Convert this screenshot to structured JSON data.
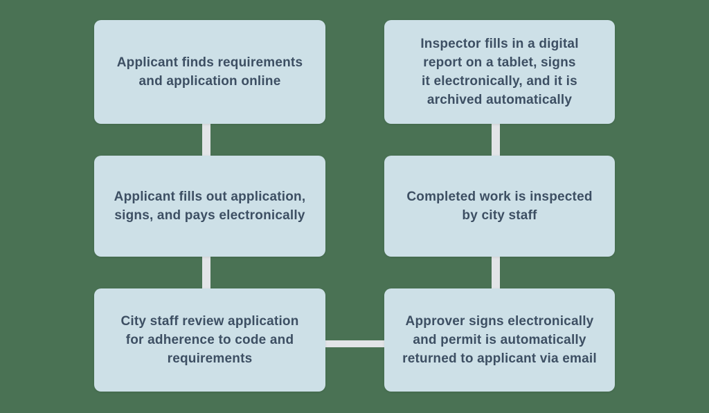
{
  "diagram": {
    "colors": {
      "background": "#4A7254",
      "box_fill": "#CDE0E7",
      "text": "#3D4F63",
      "connector": "#E2E4E7"
    },
    "steps": [
      {
        "id": "applicant-finds-requirements",
        "column": "left",
        "row": 1,
        "text": "Applicant finds requirements\nand application online"
      },
      {
        "id": "applicant-fills-application",
        "column": "left",
        "row": 2,
        "text": "Applicant fills out application,\nsigns, and pays electronically"
      },
      {
        "id": "city-staff-review",
        "column": "left",
        "row": 3,
        "text": "City staff review application\nfor adherence to code and\nrequirements"
      },
      {
        "id": "inspector-digital-report",
        "column": "right",
        "row": 1,
        "text": "Inspector fills in a digital\nreport on a tablet, signs\nit electronically, and it is\narchived automatically"
      },
      {
        "id": "work-inspected",
        "column": "right",
        "row": 2,
        "text": "Completed work is inspected\nby city staff"
      },
      {
        "id": "approver-signs",
        "column": "right",
        "row": 3,
        "text": "Approver signs electronically\nand permit is automatically\nreturned to applicant via email"
      }
    ],
    "connectors": [
      {
        "from": "applicant-finds-requirements",
        "to": "applicant-fills-application",
        "orientation": "vertical"
      },
      {
        "from": "applicant-fills-application",
        "to": "city-staff-review",
        "orientation": "vertical"
      },
      {
        "from": "city-staff-review",
        "to": "approver-signs",
        "orientation": "horizontal"
      },
      {
        "from": "approver-signs",
        "to": "work-inspected",
        "orientation": "vertical"
      },
      {
        "from": "work-inspected",
        "to": "inspector-digital-report",
        "orientation": "vertical"
      }
    ]
  }
}
